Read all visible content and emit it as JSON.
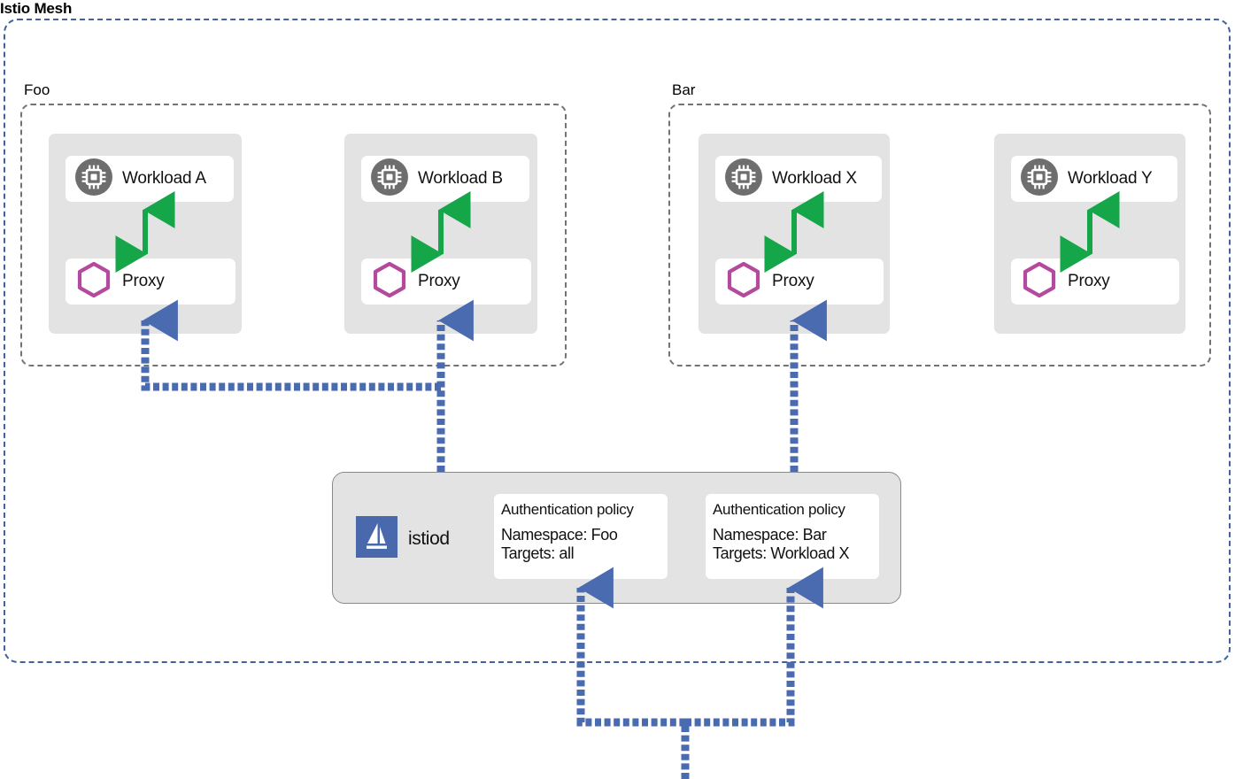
{
  "diagram": {
    "title": "Istio Mesh",
    "colors": {
      "mesh_border": "#41629c",
      "namespace_border": "#737373",
      "pod_fill": "#e3e3e3",
      "workload_icon": "#6e6e6e",
      "proxy_hexagon": "#b4499e",
      "sync_arrow": "#16a64a",
      "config_arrow": "#4a6bb0",
      "istio_logo_bg": "#4a69ad"
    }
  },
  "namespaces": [
    {
      "name": "Foo",
      "pods": [
        {
          "workload": {
            "label": "Workload A",
            "icon": "cpu-chip-icon"
          },
          "proxy": {
            "label": "Proxy",
            "icon": "hexagon-icon"
          }
        },
        {
          "workload": {
            "label": "Workload B",
            "icon": "cpu-chip-icon"
          },
          "proxy": {
            "label": "Proxy",
            "icon": "hexagon-icon"
          }
        }
      ]
    },
    {
      "name": "Bar",
      "pods": [
        {
          "workload": {
            "label": "Workload X",
            "icon": "cpu-chip-icon"
          },
          "proxy": {
            "label": "Proxy",
            "icon": "hexagon-icon"
          }
        },
        {
          "workload": {
            "label": "Workload Y",
            "icon": "cpu-chip-icon"
          },
          "proxy": {
            "label": "Proxy",
            "icon": "hexagon-icon"
          }
        }
      ]
    }
  ],
  "control_plane": {
    "name": "istiod",
    "logo_icon": "istio-sail-logo",
    "policies": [
      {
        "title": "Authentication policy",
        "namespace_line": "Namespace: Foo",
        "targets_line": "Targets: all"
      },
      {
        "title": "Authentication policy",
        "namespace_line": "Namespace: Bar",
        "targets_line": "Targets: Workload X"
      }
    ]
  }
}
